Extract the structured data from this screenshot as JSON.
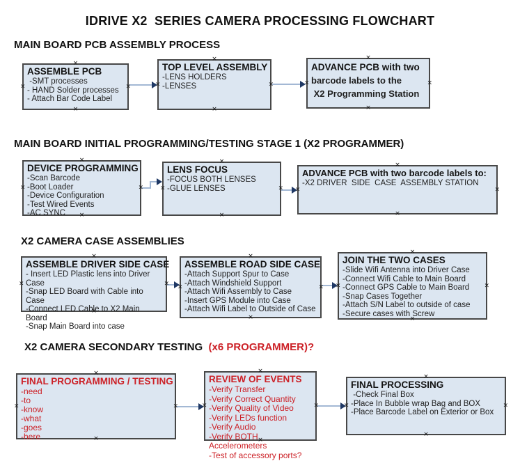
{
  "title": "IDRIVE X2  SERIES CAMERA PROCESSING FLOWCHART",
  "colors": {
    "box_fill": "#dce6f1",
    "box_border": "#474747",
    "red_text": "#cc2127",
    "arrow_line": "#a3b8d4",
    "arrow_head": "#1f3864",
    "text": "#1a1a1a"
  },
  "icons": {
    "shape_handle": "x-handle-icon",
    "connector": "right-arrow-icon"
  },
  "sections": [
    {
      "heading": "MAIN BOARD PCB ASSEMBLY PROCESS",
      "boxes": [
        {
          "title": "ASSEMBLE PCB",
          "items": [
            " -SMT processes",
            "- HAND Solder processes",
            "- Attach Bar Code Label"
          ]
        },
        {
          "title": "TOP LEVEL ASSEMBLY",
          "items": [
            "-LENS HOLDERS",
            "-LENSES"
          ]
        },
        {
          "title": "ADVANCE PCB with two",
          "items": [
            "barcode labels to the",
            " X2 Programming Station"
          ]
        }
      ]
    },
    {
      "heading": "MAIN BOARD INITIAL PROGRAMMING/TESTING STAGE 1 (X2 PROGRAMMER)",
      "boxes": [
        {
          "title": "DEVICE PROGRAMMING",
          "items": [
            "-Scan Barcode",
            "-Boot Loader",
            "-Device Configuration",
            "-Test Wired Events",
            "-AC SYNC"
          ]
        },
        {
          "title": "LENS FOCUS",
          "items": [
            "-FOCUS BOTH LENSES",
            "-GLUE LENSES"
          ]
        },
        {
          "title": "ADVANCE PCB with two barcode labels to:",
          "items": [
            "-X2 DRIVER  SIDE  CASE  ASSEMBLY STATION"
          ]
        }
      ]
    },
    {
      "heading": "X2 CAMERA CASE ASSEMBLIES",
      "boxes": [
        {
          "title": "ASSEMBLE DRIVER SIDE CASE",
          "items": [
            "- Insert LED Plastic lens into Driver Case",
            "-Snap LED Board with Cable into Case",
            "-Connect LED Cable to X2 Main Board",
            "-Snap Main Board into case"
          ]
        },
        {
          "title": "ASSEMBLE ROAD SIDE CASE",
          "items": [
            "-Attach Support Spur to Case",
            "-Attach Windshield Support",
            "-Attach Wifi Assembly to Case",
            "-Insert GPS Module into Case",
            "-Attach Wifi Label to Outside of Case"
          ]
        },
        {
          "title": "JOIN THE TWO CASES",
          "items": [
            "-Slide Wifi Antenna into Driver Case",
            "-Connect Wifi Cable to Main Board",
            "-Connect GPS Cable to Main Board",
            "-Snap Cases Together",
            "-Attach S/N Label to outside of case",
            "-Secure cases with Screw"
          ]
        }
      ]
    },
    {
      "heading_black": "X2 CAMERA SECONDARY TESTING  ",
      "heading_red": "(x6 PROGRAMMER)?",
      "boxes": [
        {
          "title": "FINAL PROGRAMMING / TESTING",
          "items": [
            "-need",
            "-to",
            "-know",
            "-what",
            "-goes",
            "-here"
          ]
        },
        {
          "title": "REVIEW OF EVENTS",
          "items": [
            "-Verify Transfer",
            "-Verify Correct Quantity",
            "-Verify Quality of Video",
            "-Verify LEDs function",
            "-Verify Audio",
            "-Verify BOTH Accelerometers",
            "-Test of accessory ports?"
          ]
        },
        {
          "title": "FINAL PROCESSING",
          "items": [
            " -Check Final Box",
            "-Place In Bubble wrap Bag and BOX",
            "-Place Barcode Label on Exterior or Box"
          ]
        }
      ]
    }
  ]
}
